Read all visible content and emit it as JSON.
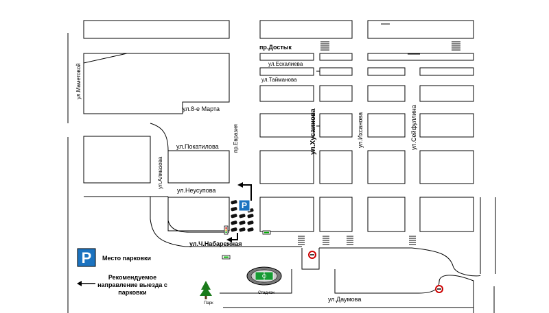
{
  "streets": {
    "dostyk": "пр.Достык",
    "eskalieva": "ул.Ескалиева",
    "taimanova": "ул.Тайманова",
    "vosmoe_marta": "ул.8-е Марта",
    "pokatilova": "ул.Покатилова",
    "neusupova": "ул.Неусупова",
    "nabarezhnaya": "ул.Ч.Набарежная",
    "daumova": "ул.Даумова",
    "mametovoi": "ул.Маметовой",
    "almazova": "ул.Алмазова",
    "evrazia": "пр.Евразия",
    "husainova": "ул.Хусаинова",
    "ihsanova": "ул.Ихсанова",
    "seifullina": "ул.Сейфуллина"
  },
  "places": {
    "park": "Парк",
    "stadium": "Стадион"
  },
  "legend": {
    "parking_symbol": "P",
    "parking_label": "Место парковки",
    "exit_label_line1": "Рекомендуемое",
    "exit_label_line2": "направление выезда с",
    "exit_label_line3": "парковки"
  },
  "colors": {
    "parking_blue": "#1c73c0",
    "ink": "#000000",
    "restriction_red": "#cc0000",
    "tree_green": "#1a7a1a",
    "field_green": "#169a33"
  },
  "icons": {
    "parking_sign": "parking-sign-icon",
    "exit_arrow": "arrow-left-icon",
    "tree": "tree-icon",
    "no_entry": "no-entry-icon",
    "traffic_light": "traffic-light-icon",
    "bus_sign": "bus-sign-icon"
  }
}
